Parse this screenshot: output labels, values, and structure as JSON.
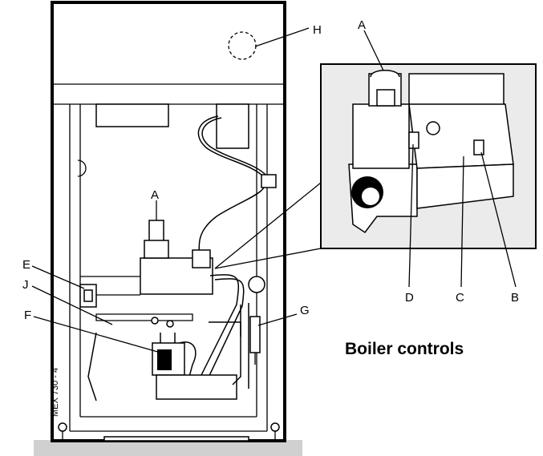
{
  "caption": "Boiler controls",
  "drawing_code": "MEX 730 - 4",
  "labels": {
    "A_main": "A",
    "A_inset": "A",
    "B": "B",
    "C": "C",
    "D": "D",
    "E": "E",
    "F": "F",
    "G": "G",
    "H": "H",
    "J": "J"
  },
  "colors": {
    "inset_background": "#ebebeb",
    "floor_shadow": "#d0d0d0",
    "line": "#000000"
  }
}
